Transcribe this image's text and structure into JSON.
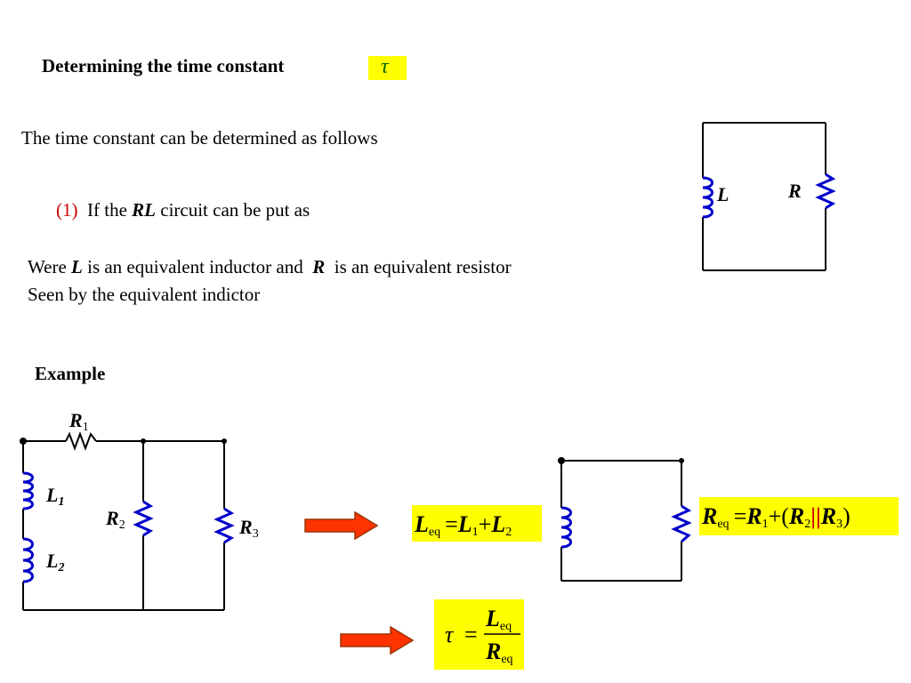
{
  "header": {
    "title": "Determining the  time constant",
    "tau_symbol": "τ"
  },
  "intro": {
    "line1": "The time constant can be determined as follows",
    "step_number": "(1)",
    "step_text_a": "  If the ",
    "step_rl": "RL",
    "step_text_b": " circuit can be put as"
  },
  "explanation": {
    "were": "Were ",
    "L": "L",
    "mid1": " is an equivalent inductor and  ",
    "R": "R",
    "mid2": "  is an equivalent resistor",
    "line2": "Seen by the equivalent indictor"
  },
  "simple_circuit": {
    "inductor_label": "L",
    "resistor_label": "R"
  },
  "example": {
    "heading": "Example",
    "labels": {
      "R1": "R",
      "R1_sub": "1",
      "L1": "L",
      "L1_sub": "1",
      "L2": "L",
      "L2_sub": "2",
      "R2": "R",
      "R2_sub": "2",
      "R3": "R",
      "R3_sub": "3"
    }
  },
  "equations": {
    "leq": {
      "lhs": "L",
      "lhs_sub": "eq",
      "eq": "=",
      "t1": "L",
      "t1_sub": "1",
      "plus": "+",
      "t2": "L",
      "t2_sub": "2"
    },
    "req": {
      "lhs": "R",
      "lhs_sub": "eq",
      "eq": "=",
      "t1": "R",
      "t1_sub": "1",
      "plus": "+",
      "open": "(",
      "t2": "R",
      "t2_sub": "2",
      "parallel": "||",
      "t3": "R",
      "t3_sub": "3",
      "close": ")"
    },
    "tau": {
      "lhs": "τ",
      "eq": "=",
      "num": "L",
      "num_sub": "eq",
      "den": "R",
      "den_sub": "eq"
    }
  },
  "colors": {
    "highlight": "#ffff00",
    "coil": "#0000cc",
    "arrow_fill": "#ff3300",
    "accent_red": "#cc0000",
    "tau_green": "#006600"
  }
}
